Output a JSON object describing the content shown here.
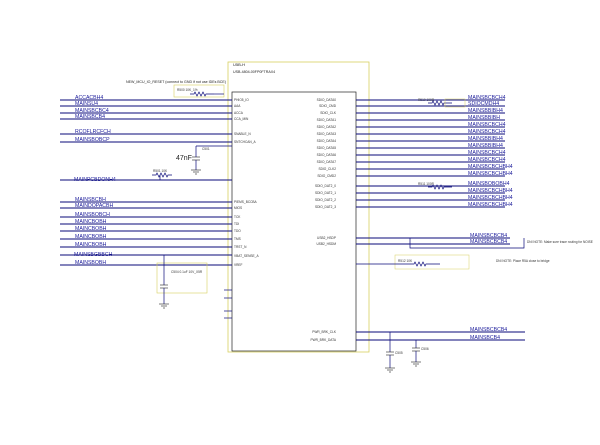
{
  "ic": {
    "refdes": "U5B-H",
    "part": "USB-4804-00FP0FTRAX4",
    "note": "NEW_MCU_IO_RESET (connect to GND if not use IDEs BCE)"
  },
  "left_nets": [
    {
      "id": "l1",
      "label": "ACCACBH4",
      "pin": "PHIO5_IO"
    },
    {
      "id": "l2",
      "label": "MAINSU4",
      "pin": "AAA"
    },
    {
      "id": "l3",
      "label": "MAINSBCBC4",
      "pin": "ACCA"
    },
    {
      "id": "l4",
      "label": "MAINSBCB4",
      "pin": "CCA_MIN"
    },
    {
      "id": "l5",
      "label": "RCOFLRCFCH",
      "pin": "SNABLE_N"
    },
    {
      "id": "l6",
      "label": "MAINSBOBCP",
      "pin": "SNTCHCAN_A"
    },
    {
      "id": "l7",
      "label": "MAINSBCBH",
      "pin": "PIEMS_BCCBA"
    },
    {
      "id": "l8",
      "label": "MAINDOPACBH",
      "pin": "MIOS"
    },
    {
      "id": "l9",
      "label": "MAINSBOBCH",
      "pin": "TCK"
    },
    {
      "id": "l10",
      "label": "MAINCBOBH",
      "pin": "TDI"
    },
    {
      "id": "l11",
      "label": "MAINCBOBH",
      "pin": "TDO"
    },
    {
      "id": "l12",
      "label": "MAINCBOBH",
      "pin": "TMS"
    },
    {
      "id": "l13",
      "label": "MAINCBOBH",
      "pin": "TRST_N"
    },
    {
      "id": "l14",
      "label": "MAINSBOBH",
      "pin": "VREF"
    }
  ],
  "right_nets": [
    {
      "id": "r1",
      "label": "MAINSBCBCH4",
      "pin": "SDIO_DATA0"
    },
    {
      "id": "r2",
      "label": "SDIOCMDH4",
      "pin": "SDIO_CMD"
    },
    {
      "id": "r3",
      "label": "MAINSBBIBH4",
      "pin": "SDIO_CLK"
    },
    {
      "id": "r4",
      "label": "MAINSBBIBH",
      "pin": "SDIO_DATA1"
    },
    {
      "id": "r5",
      "label": "MAINSBCBCH4",
      "pin": "SDIO_DATA2"
    },
    {
      "id": "r6",
      "label": "MAINSBCBCH4",
      "pin": "SDIO_DATA3"
    },
    {
      "id": "r7",
      "label": "MAINSBBIBH4",
      "pin": "SDIO_DATA4"
    },
    {
      "id": "r8",
      "label": "MAINSBBIBH4",
      "pin": "SDIO_DATA5"
    },
    {
      "id": "r9",
      "label": "MAINSBCBCH4",
      "pin": "SDIO_DATA6"
    },
    {
      "id": "r10",
      "label": "MAINSBCBCH4",
      "pin": "SDIO_DATA7"
    },
    {
      "id": "r11",
      "label": "MAINSBCBCHBH4",
      "pin": "SDIO_CLK2"
    },
    {
      "id": "r12",
      "label": "MAINSBCBCHBH4",
      "pin": "SDIO_CMD2"
    },
    {
      "id": "r13",
      "label": "MAINSBOBOBH4",
      "pin": "SDIO_DAT2_0"
    },
    {
      "id": "r14",
      "label": "MAINSBCBCHBH4",
      "pin": "SDIO_DAT2_1"
    },
    {
      "id": "r15",
      "label": "MAINSBCBCHBH4",
      "pin": "SDIO_DAT2_2"
    },
    {
      "id": "r16",
      "label": "MAINSBCBCHBH4",
      "pin": "SDIO_DAT2_3"
    },
    {
      "id": "r17",
      "label": "MAINSBCBCB4",
      "pin": "USB2_HSDP"
    },
    {
      "id": "r18",
      "label": "MAINSBCBCB4",
      "pin": "USB2_HSDM"
    },
    {
      "id": "r19",
      "label": "MAINSBCBCB4",
      "pin": "PWR_BRK_CLK"
    },
    {
      "id": "r20",
      "label": "MAINSBCB4",
      "pin": "PWR_BRK_DATA"
    }
  ],
  "side_notes": {
    "note1": "DNI NOTE: Make sure trace routing for NOISE",
    "note2": "DNI NOTE: Place R5A close to bridge"
  },
  "cap_label": "47nF",
  "cap_ref": "C501",
  "misc": {
    "mid_left_label": "MAINPCBDONH4",
    "bottom_left_label": "MAINSBGBBCH",
    "bottom_left_pin": "VBAT_SENSE_A",
    "resistor_top": "R500 10K_1%",
    "resistor_mid": "R501 10K",
    "resistor_right_top": "R510 100R",
    "resistor_right_mid": "R511 100R",
    "resistor_right_low": "R512 10K",
    "cap_box": "C504 0.1uF 10V_X5R",
    "cap_bottom_a": "C505",
    "cap_bottom_b": "C506"
  }
}
